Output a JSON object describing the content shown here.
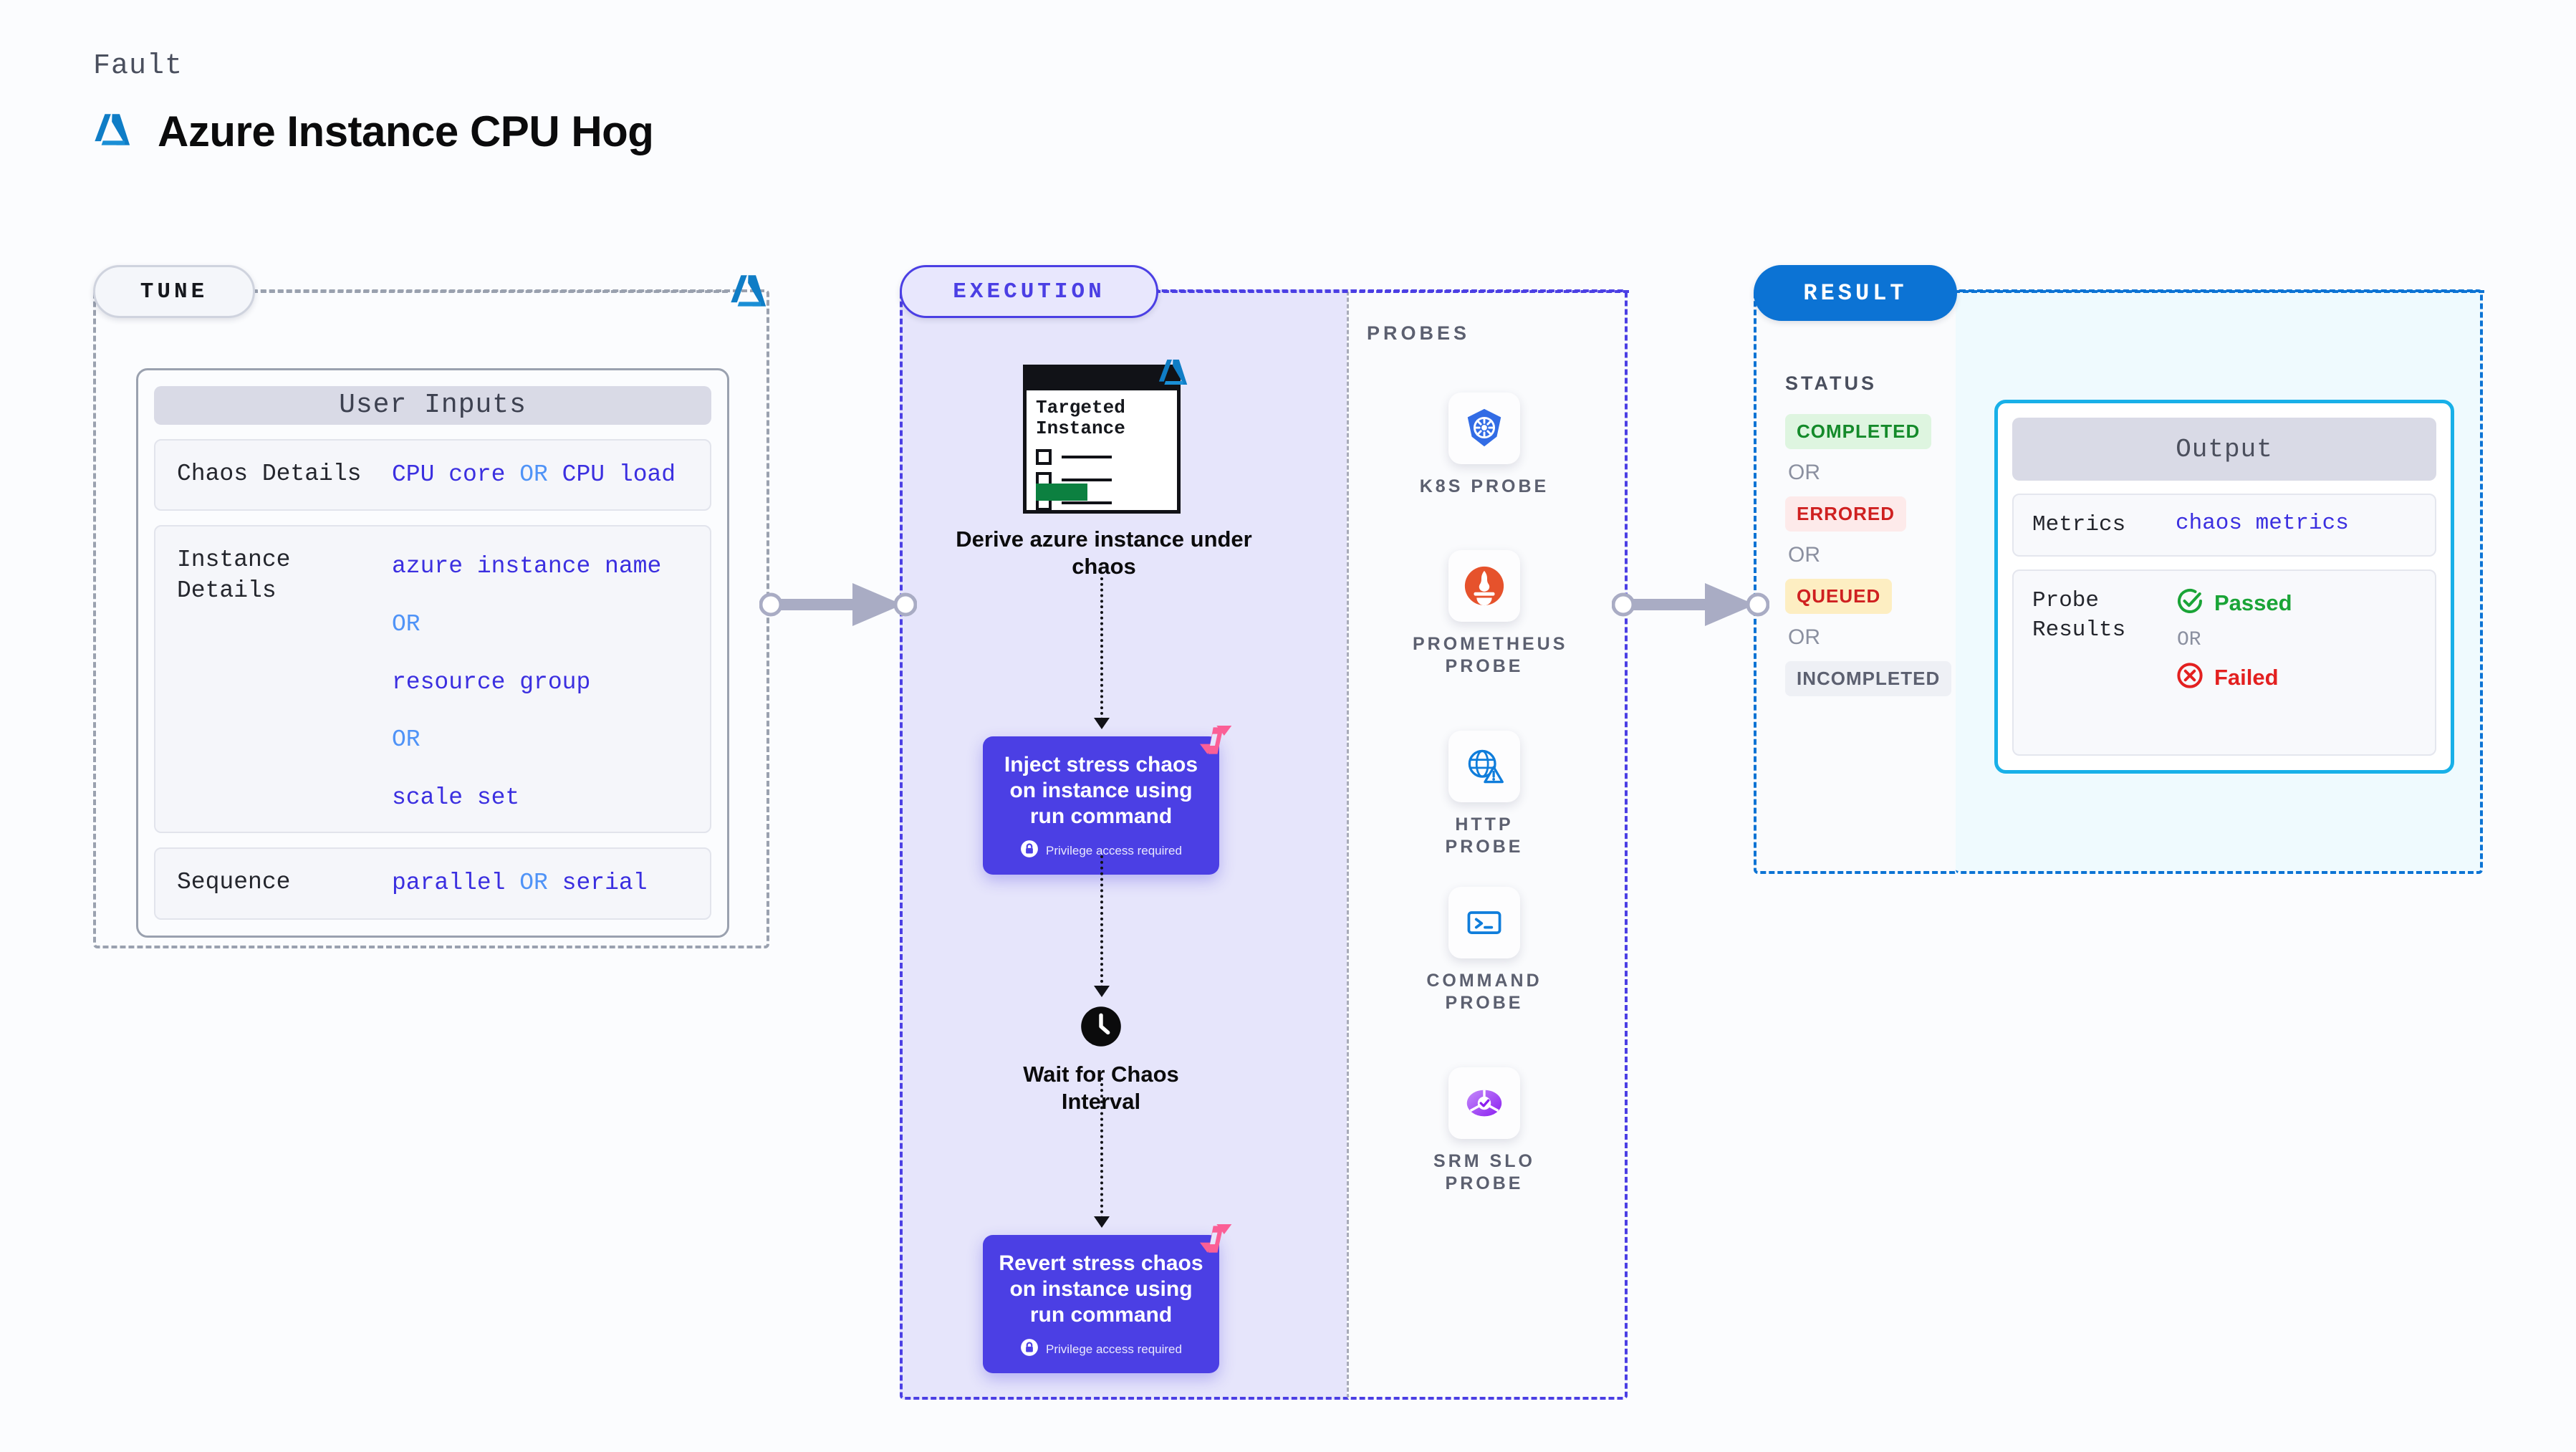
{
  "header": {
    "kicker": "Fault",
    "title": "Azure Instance CPU Hog",
    "logo_icon": "azure-logo-icon"
  },
  "stages": {
    "tune": {
      "label": "TUNE"
    },
    "execution": {
      "label": "EXECUTION"
    },
    "probes": {
      "label": "PROBES"
    },
    "result": {
      "label": "RESULT"
    }
  },
  "tune": {
    "card_title": "User Inputs",
    "rows": [
      {
        "label": "Chaos Details",
        "values": [
          "CPU core",
          "OR",
          "CPU load"
        ],
        "inline": true
      },
      {
        "label": "Instance Details",
        "values": [
          "azure instance name",
          "OR",
          "resource group",
          "OR",
          "scale set"
        ],
        "inline": false
      },
      {
        "label": "Sequence",
        "values": [
          "parallel",
          "OR",
          "serial"
        ],
        "inline": true
      }
    ]
  },
  "execution": {
    "doc": {
      "title_line1": "Targeted",
      "title_line2": "Instance",
      "badge_icon": "azure-logo-icon"
    },
    "derive_caption": "Derive azure instance under chaos",
    "inject": {
      "title": "Inject stress chaos on instance using run command",
      "privilege_note": "Privilege access required",
      "lock_icon": "lock-icon",
      "badge_icon": "litmus-logo-icon"
    },
    "wait": {
      "caption": "Wait for Chaos Interval",
      "icon": "clock-icon"
    },
    "revert": {
      "title": "Revert stress chaos on instance using run command",
      "privilege_note": "Privilege access required",
      "lock_icon": "lock-icon",
      "badge_icon": "litmus-logo-icon"
    }
  },
  "probes": [
    {
      "name": "K8S PROBE",
      "icon": "kubernetes-icon"
    },
    {
      "name": "PROMETHEUS PROBE",
      "icon": "prometheus-icon"
    },
    {
      "name": "HTTP PROBE",
      "icon": "http-globe-warning-icon"
    },
    {
      "name": "COMMAND PROBE",
      "icon": "terminal-icon"
    },
    {
      "name": "SRM SLO PROBE",
      "icon": "srm-slo-icon"
    }
  ],
  "result": {
    "status_label": "STATUS",
    "or_label": "OR",
    "statuses": [
      {
        "text": "COMPLETED",
        "bg": "#def5e0",
        "fg": "#148a2a"
      },
      {
        "text": "ERRORED",
        "bg": "#fdeaea",
        "fg": "#cf2020"
      },
      {
        "text": "QUEUED",
        "bg": "#fdeec2",
        "fg": "#cf2020"
      },
      {
        "text": "INCOMPLETED",
        "bg": "#eef0f5",
        "fg": "#5c6070"
      }
    ],
    "output": {
      "card_title": "Output",
      "metrics_label": "Metrics",
      "metrics_value": "chaos metrics",
      "probe_label": "Probe Results",
      "passed_text": "Passed",
      "failed_text": "Failed",
      "or_label": "OR",
      "passed_icon": "check-circle-icon",
      "failed_icon": "x-circle-icon"
    }
  },
  "colors": {
    "accent_purple": "#4b3fe4",
    "accent_blue": "#0c73d4",
    "azure_blue": "#0f7dc6",
    "litmus_pink": "#fb5f96",
    "cyan_border": "#18b0e8",
    "value_indigo": "#3b2fe0",
    "or_blue": "#4f93f7",
    "pass_green": "#1aa437",
    "fail_red": "#e32020"
  }
}
